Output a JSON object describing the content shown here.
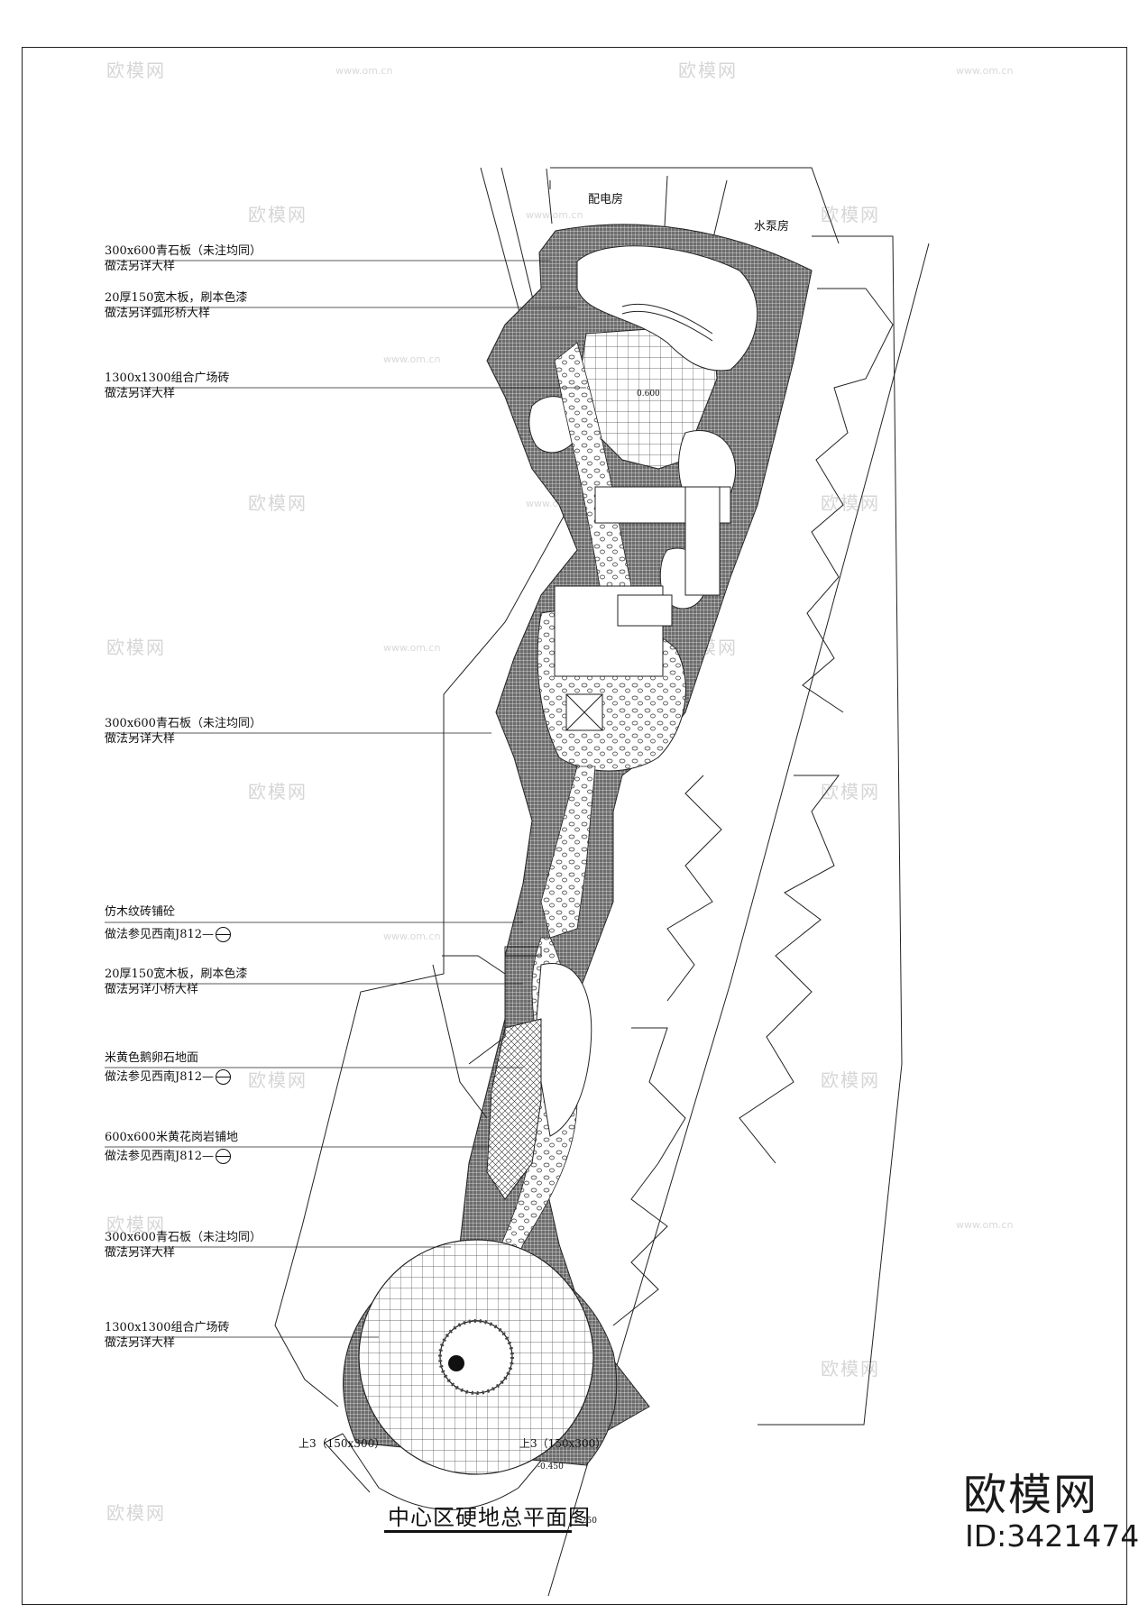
{
  "drawing": {
    "title": "中心区硬地总平面图",
    "scale": "1:250"
  },
  "buildings": {
    "power_room": "配电房",
    "pump_room": "水泵房"
  },
  "notes": [
    {
      "line1": "300x600青石板（未注均同）",
      "line2": "做法另详大样"
    },
    {
      "line1": "20厚150宽木板，刷本色漆",
      "line2": "做法另详弧形桥大样"
    },
    {
      "line1": "1300x1300组合广场砖",
      "line2": "做法另详大样"
    },
    {
      "line1": "300x600青石板（未注均同）",
      "line2": "做法另详大样"
    },
    {
      "line1": "仿木纹砖铺砼",
      "line2": "做法参见西南J812—"
    },
    {
      "line1": "20厚150宽木板，刷本色漆",
      "line2": "做法另详小桥大样"
    },
    {
      "line1": "米黄色鹅卵石地面",
      "line2": "做法参见西南J812—"
    },
    {
      "line1": "600x600米黄花岗岩铺地",
      "line2": "做法参见西南J812—"
    },
    {
      "line1": "300x600青石板（未注均同）",
      "line2": "做法另详大样"
    },
    {
      "line1": "1300x1300组合广场砖",
      "line2": "做法另详大样"
    }
  ],
  "steps": {
    "left": "上3（150x300）",
    "right": "上3（150x300）"
  },
  "elevations": {
    "e1": "0.600",
    "e2": "-0.450"
  },
  "watermark": {
    "brand": "欧模网",
    "id": "ID:3421474",
    "url": "www.om.cn"
  }
}
